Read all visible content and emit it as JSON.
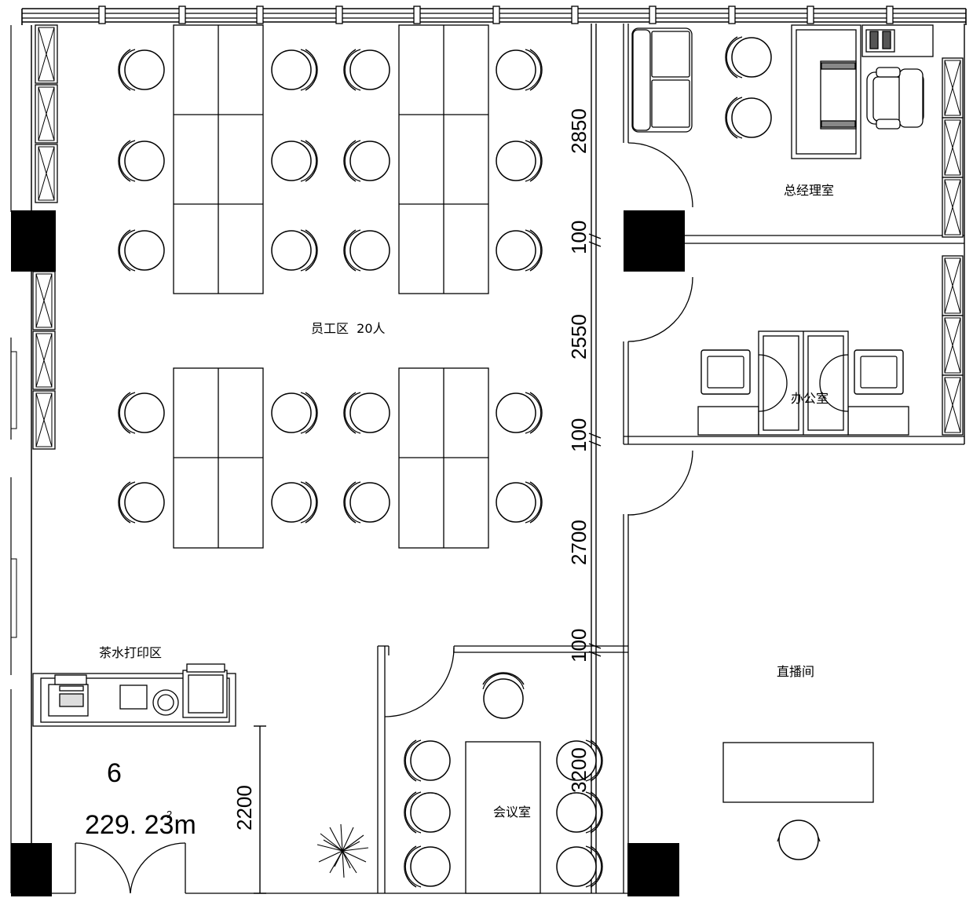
{
  "rooms": {
    "staff": "员工区  20人",
    "gm": "总经理室",
    "office": "办公室",
    "tea_print": "茶水打印区",
    "meeting": "会议室",
    "live": "直播间"
  },
  "dimensions": {
    "d2850": "2850",
    "d100a": "100",
    "d2550": "2550",
    "d100b": "100",
    "d2700": "2700",
    "d100c": "100",
    "d3200": "3200",
    "d2200": "2200"
  },
  "unit": {
    "number": "6",
    "area": "229. 23m",
    "area_sup": "2"
  }
}
